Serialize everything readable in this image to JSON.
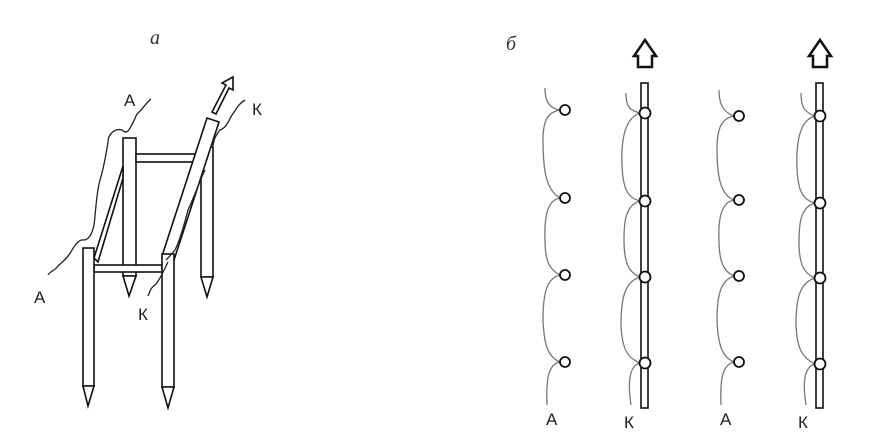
{
  "panel_a": {
    "caption": "а",
    "labels": {
      "anode_top": "А",
      "cathode_top": "К",
      "anode_left": "А",
      "cathode_bottom": "К"
    }
  },
  "panel_b": {
    "caption": "б",
    "columns": [
      {
        "label": "А",
        "type": "anode",
        "nodes": 4
      },
      {
        "label": "К",
        "type": "cathode",
        "nodes": 4
      },
      {
        "label": "А",
        "type": "anode",
        "nodes": 4
      },
      {
        "label": "К",
        "type": "cathode",
        "nodes": 4
      }
    ]
  }
}
